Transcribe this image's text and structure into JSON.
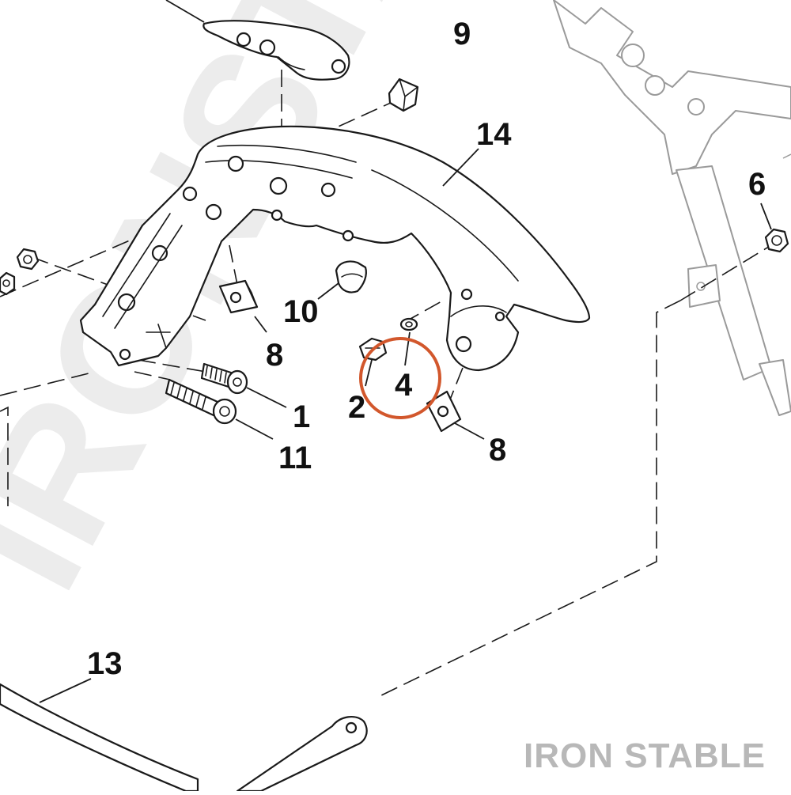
{
  "diagram": {
    "watermark": "IRONSTABLE",
    "brand_text": "IRON STABLE",
    "highlight_color": "#d2572c",
    "highlighted_callout": "4",
    "callouts": [
      {
        "id": "c9",
        "label": "9"
      },
      {
        "id": "c14",
        "label": "14"
      },
      {
        "id": "c6",
        "label": "6"
      },
      {
        "id": "c10",
        "label": "10"
      },
      {
        "id": "c8a",
        "label": "8"
      },
      {
        "id": "c4",
        "label": "4"
      },
      {
        "id": "c2",
        "label": "2"
      },
      {
        "id": "c1",
        "label": "1"
      },
      {
        "id": "c11",
        "label": "11"
      },
      {
        "id": "c8b",
        "label": "8"
      },
      {
        "id": "c13",
        "label": "13"
      }
    ]
  }
}
